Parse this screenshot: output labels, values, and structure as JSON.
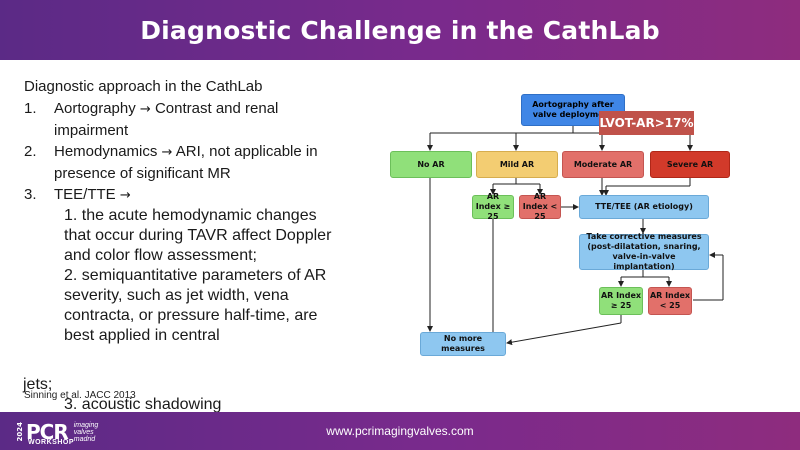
{
  "title": "Diagnostic Challenge in the CathLab",
  "left": {
    "heading": "Diagnostic approach in the CathLab",
    "items": [
      {
        "num": "1.",
        "a": "Aortography",
        "b": "Contrast and renal impairment"
      },
      {
        "num": "2.",
        "a": "Hemodynamics",
        "b": "ARI, not applicable in presence of significant MR"
      },
      {
        "num": "3.",
        "a": "TEE/TTE",
        "b": ""
      }
    ],
    "arrow": "→",
    "tee_points": [
      "1. the acute hemodynamic changes that occur during TAVR affect Doppler and color flow assessment;",
      "2. semiquantitative parameters of AR severity, such as jet width, vena contracta, or pressure half-time, are best applied in central",
      "3.  acoustic shadowing"
    ],
    "overflow_word": "jets;"
  },
  "citation": "Sinning et al. JACC 2013",
  "flow": {
    "aortography": "Aortography after valve deployment",
    "lvot": "LVOT-AR>17%",
    "no_ar": "No AR",
    "mild": "Mild AR",
    "moderate": "Moderate AR",
    "severe": "Severe AR",
    "ar_ge": "AR Index ≥ 25",
    "ar_lt": "AR Index < 25",
    "tte": "TTE/TEE (AR etiology)",
    "corrective": "Take corrective measures (post-dilatation, snaring, valve-in-valve implantation)",
    "ar_ge2": "AR Index ≥ 25",
    "ar_lt2": "AR Index < 25",
    "no_more": "No more measures"
  },
  "footer": {
    "url": "www.pcrimagingvalves.com",
    "logo_year": "2024",
    "logo_brand": "PCR",
    "logo_sub": "WORKSHOP",
    "logo_tag": "imaging valves madrid"
  }
}
